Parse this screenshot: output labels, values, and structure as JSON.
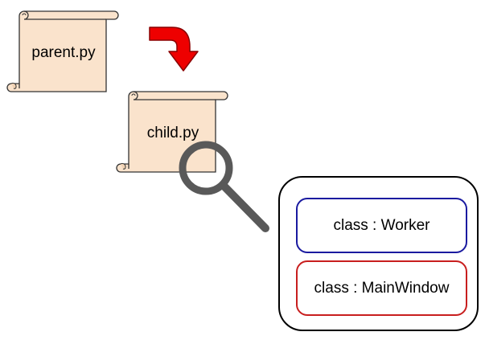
{
  "files": {
    "parent": {
      "label": "parent.py"
    },
    "child": {
      "label": "child.py"
    }
  },
  "classes": [
    {
      "label": "class : Worker"
    },
    {
      "label": "class : MainWindow"
    }
  ],
  "colors": {
    "scroll_fill": "#fae3cc",
    "scroll_stroke": "#333333",
    "arrow": "#ee0000",
    "magnifier": "#595959",
    "worker_border": "#1a1aa0",
    "mainwindow_border": "#c81e1e",
    "container_border": "#000000"
  },
  "icons": {
    "arrow": "curved-arrow-down-icon",
    "magnifier": "magnifying-glass-icon",
    "file": "scroll-icon"
  }
}
